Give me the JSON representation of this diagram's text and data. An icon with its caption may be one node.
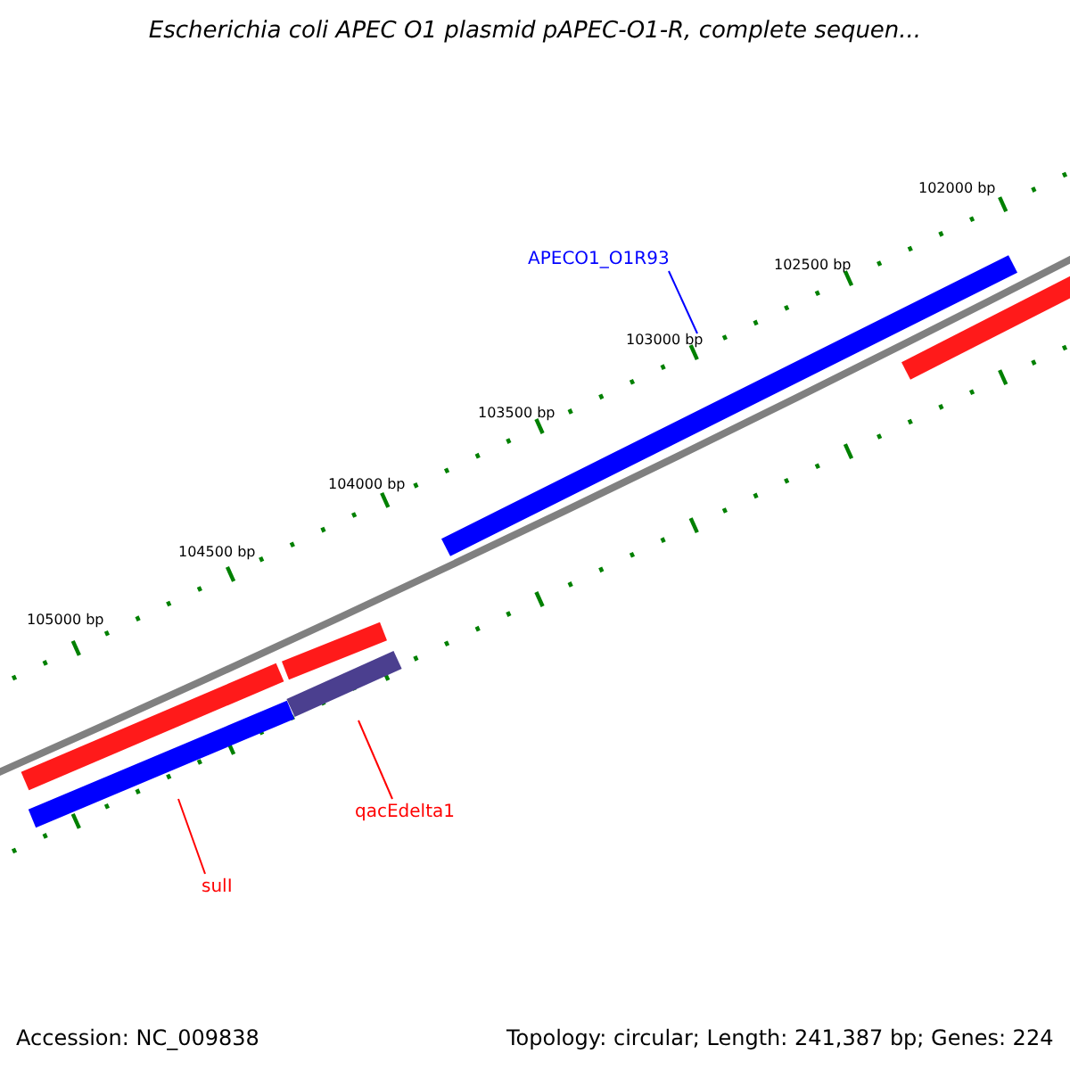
{
  "diagram": {
    "title": "Escherichia coli APEC O1 plasmid pAPEC-O1-R, complete sequen...",
    "nodes": [
      {
        "text": [
          "APECO1_O1R93"
        ]
      },
      {
        "text": [],
        "shape": "bar"
      },
      {
        "text": [
          "qacEdelta1"
        ]
      },
      {
        "text": [],
        "shape": "bar"
      },
      {
        "text": [
          "sulI"
        ]
      },
      {
        "text": [],
        "shape": "bar"
      }
    ],
    "edges": [
      {
        "from": 0,
        "to": 1,
        "arrow": "none",
        "color": "#0000ff"
      },
      {
        "from": 2,
        "to": 3,
        "arrow": "none"
      },
      {
        "from": 4,
        "to": 5,
        "arrow": "none"
      }
    ],
    "labels": [
      "102000 bp",
      "102500 bp",
      "103000 bp",
      "103500 bp",
      "104000 bp",
      "104500 bp",
      "105000 bp",
      "Accession: NC_009838",
      "Topology: circular; Length: 241,387 bp; Genes: 224"
    ]
  }
}
